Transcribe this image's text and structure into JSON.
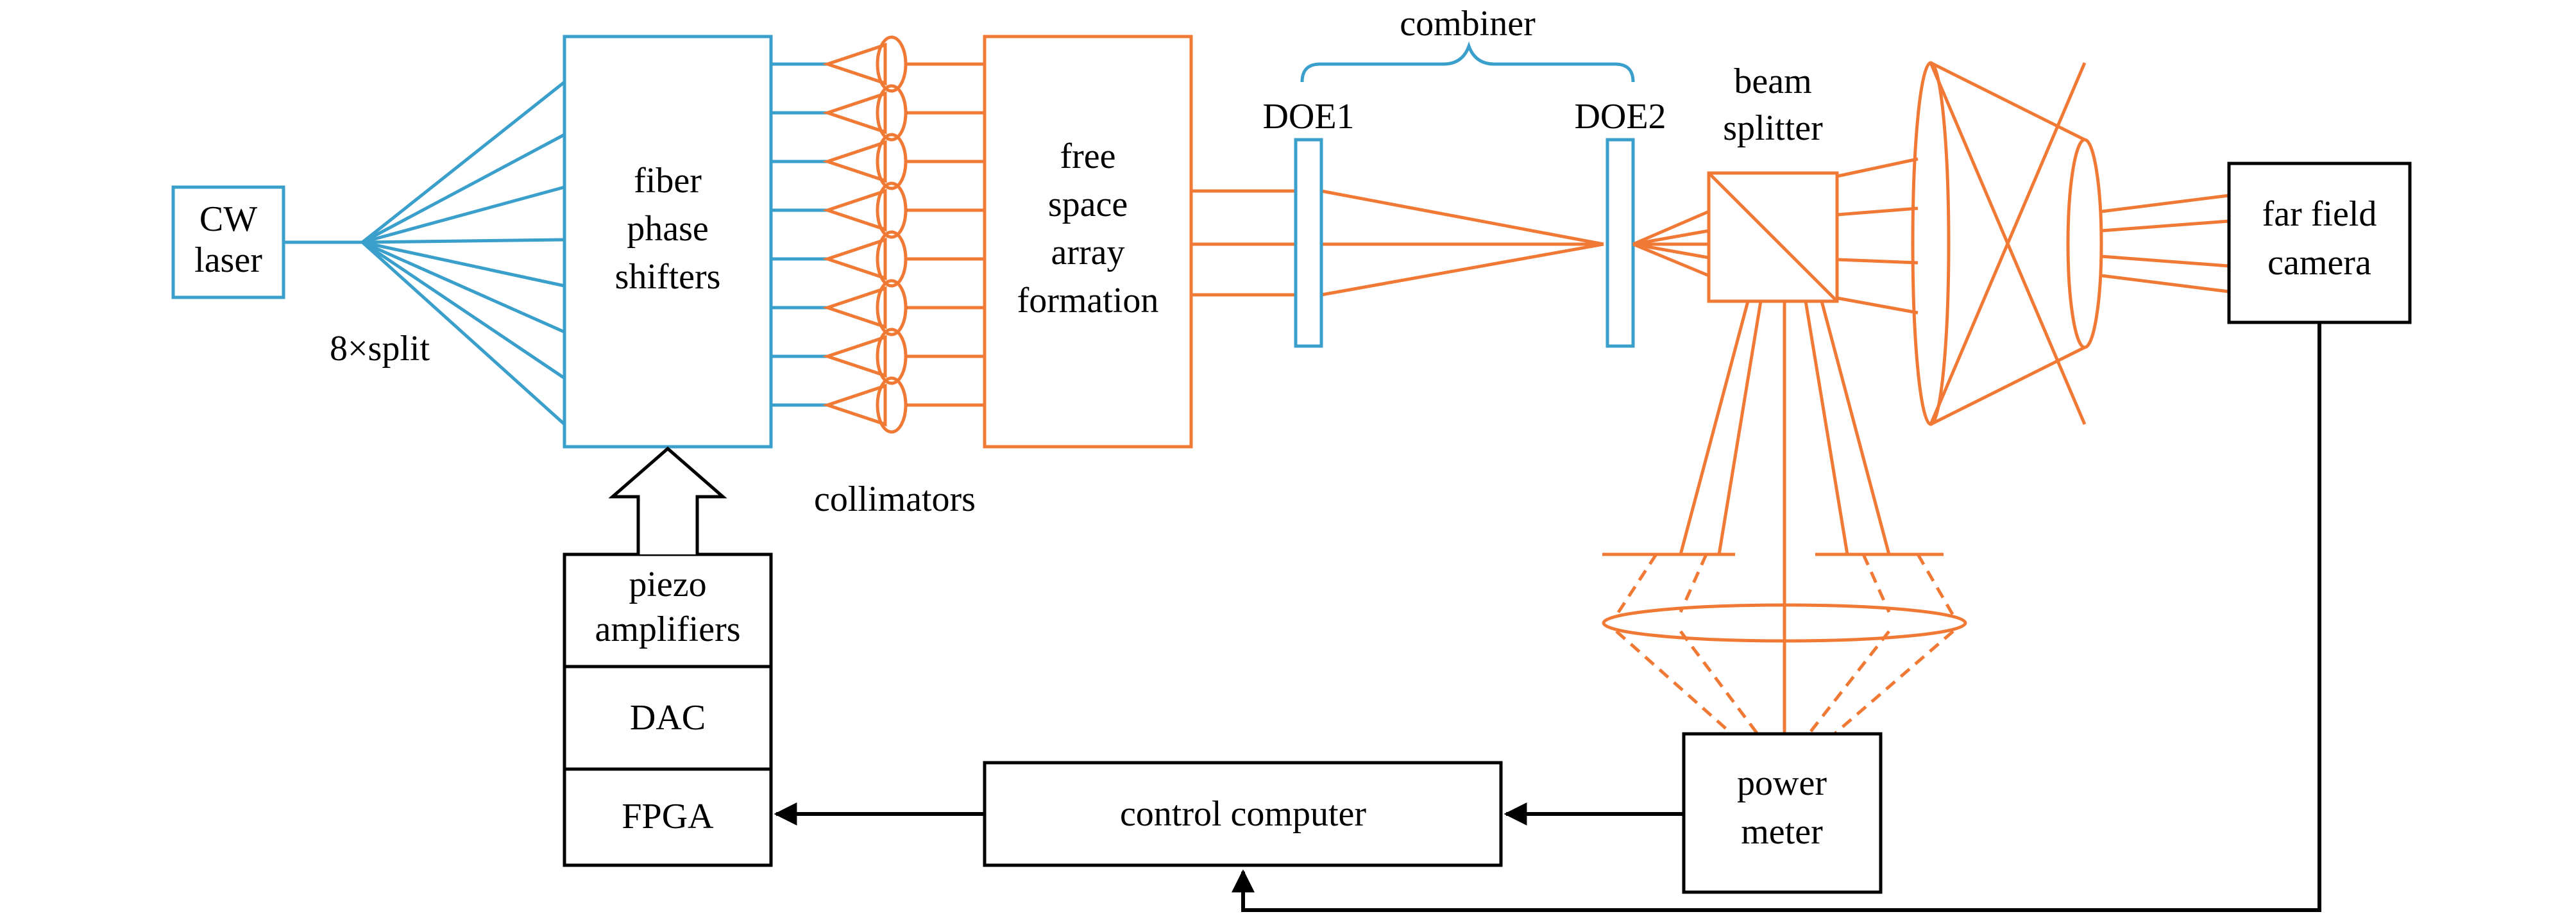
{
  "colors": {
    "fiber": "#3a9fcb",
    "beam": "#f07a35",
    "electronic": "#000000"
  },
  "labels": {
    "cw_laser_1": "CW",
    "cw_laser_2": "laser",
    "split": "8×split",
    "phase_1": "fiber",
    "phase_2": "phase",
    "phase_3": "shifters",
    "collimators": "collimators",
    "free_1": "free",
    "free_2": "space",
    "free_3": "array",
    "free_4": "formation",
    "combiner": "combiner",
    "doe1": "DOE1",
    "doe2": "DOE2",
    "bs_1": "beam",
    "bs_2": "splitter",
    "cam_1": "far field",
    "cam_2": "camera",
    "piezo_1": "piezo",
    "piezo_2": "amplifiers",
    "dac": "DAC",
    "fpga": "FPGA",
    "control": "control computer",
    "pm_1": "power",
    "pm_2": "meter"
  }
}
